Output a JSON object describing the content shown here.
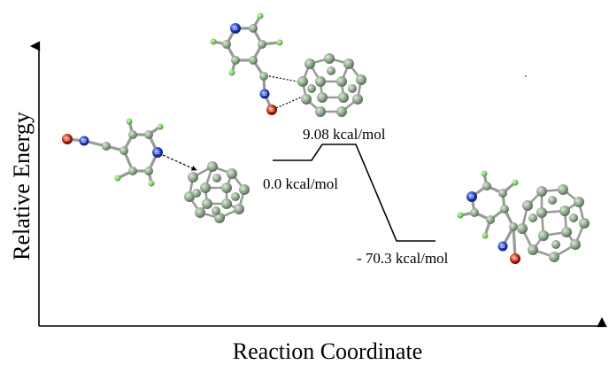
{
  "axes": {
    "x_title": "Reaction Coordinate",
    "y_title": "Relative Energy"
  },
  "levels": [
    {
      "key": "reactant",
      "energy_label": "0.0 kcal/mol"
    },
    {
      "key": "transition_state",
      "energy_label": "9.08 kcal/mol"
    },
    {
      "key": "product",
      "energy_label": "- 70.3  kcal/mol"
    }
  ],
  "atom_labels": {
    "reactant_oxygen": "33",
    "reactant_nitrogen_a": "32",
    "reactant_nitrogen_ring": "21",
    "ts_nitrogen_ring": "21",
    "ts_nitrogen": "32",
    "ts_oxygen": "33",
    "product_nitrogen_ring": "21",
    "product_nitrogen": "32",
    "product_oxygen": "33"
  },
  "colors": {
    "carbon": "#8ea88c",
    "hydrogen": "#7fd36a",
    "nitrogen": "#1f3fbf",
    "oxygen": "#c0200e",
    "bond": "#9a9a9a",
    "line": "#000000"
  }
}
